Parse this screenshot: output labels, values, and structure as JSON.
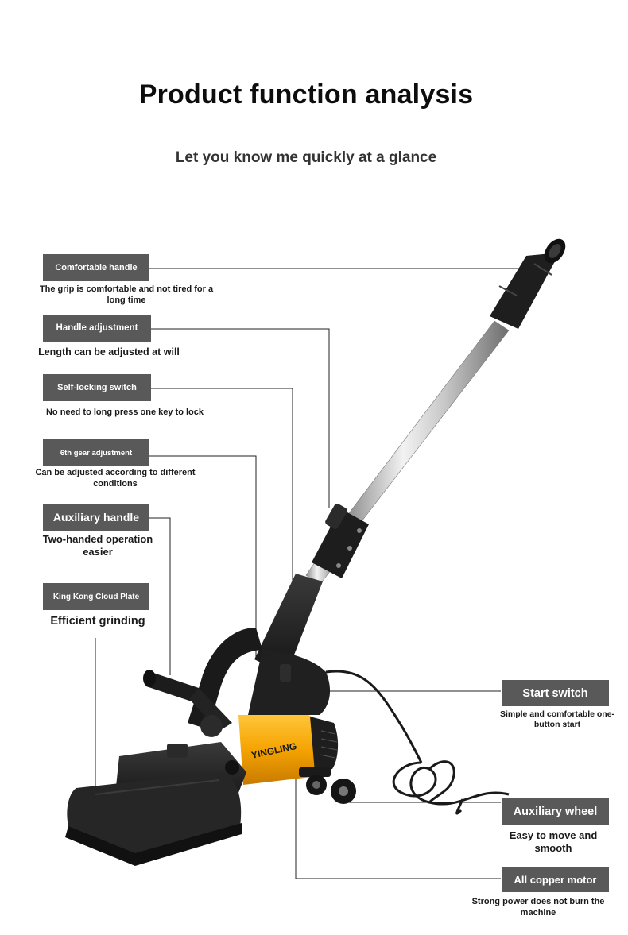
{
  "header": {
    "title": "Product function analysis",
    "subtitle": "Let you know me quickly at a glance"
  },
  "features_left": [
    {
      "label": "Comfortable handle",
      "desc": "The grip is comfortable and not tired for a long time"
    },
    {
      "label": "Handle adjustment",
      "desc": "Length can be adjusted at will"
    },
    {
      "label": "Self-locking switch",
      "desc": "No need to long press one key to lock"
    },
    {
      "label": "6th gear adjustment",
      "desc": "Can be adjusted according to different conditions"
    },
    {
      "label": "Auxiliary handle",
      "desc": "Two-handed operation easier"
    },
    {
      "label": "King Kong Cloud Plate",
      "desc": "Efficient grinding"
    }
  ],
  "features_right": [
    {
      "label": "Start switch",
      "desc": "Simple and comfortable one-button start"
    },
    {
      "label": "Auxiliary wheel",
      "desc": "Easy to move and smooth"
    },
    {
      "label": "All copper motor",
      "desc": "Strong power does not burn the machine"
    }
  ],
  "product": {
    "brand_text": "YINGLING"
  },
  "colors": {
    "tag_bg": "#595959",
    "motor_accent": "#f5a300",
    "machine_body": "#1c1c1c"
  }
}
